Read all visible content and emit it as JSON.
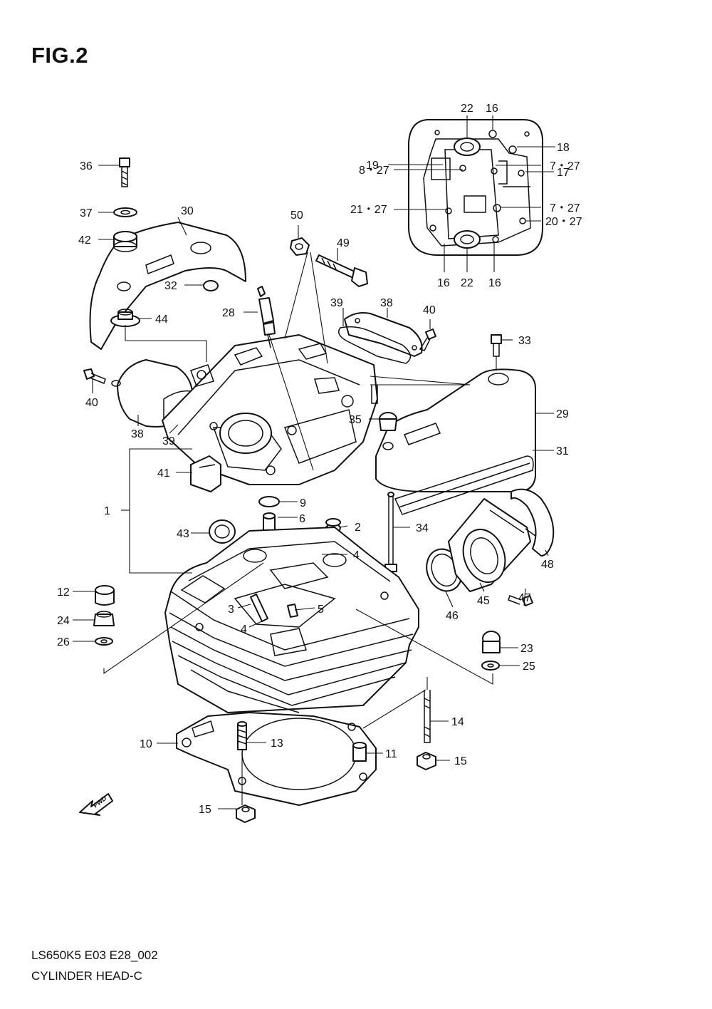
{
  "figure": {
    "title": "FIG.2",
    "fwd_marker": "FWD",
    "drawing_code": "LS650K5 E03 E28_002",
    "drawing_name": "CYLINDER HEAD-C"
  },
  "callouts": [
    "1",
    "2",
    "3",
    "4",
    "4",
    "5",
    "6",
    "9",
    "10",
    "11",
    "12",
    "13",
    "14",
    "15",
    "15",
    "16",
    "16",
    "16",
    "17",
    "18",
    "19",
    "20・27",
    "21・27",
    "22",
    "22",
    "23",
    "24",
    "25",
    "26",
    "28",
    "29",
    "30",
    "31",
    "32",
    "33",
    "34",
    "35",
    "36",
    "37",
    "38",
    "38",
    "39",
    "39",
    "40",
    "40",
    "41",
    "42",
    "43",
    "44",
    "45",
    "46",
    "47",
    "48",
    "49",
    "50",
    "7・27",
    "7・27",
    "8・27"
  ]
}
